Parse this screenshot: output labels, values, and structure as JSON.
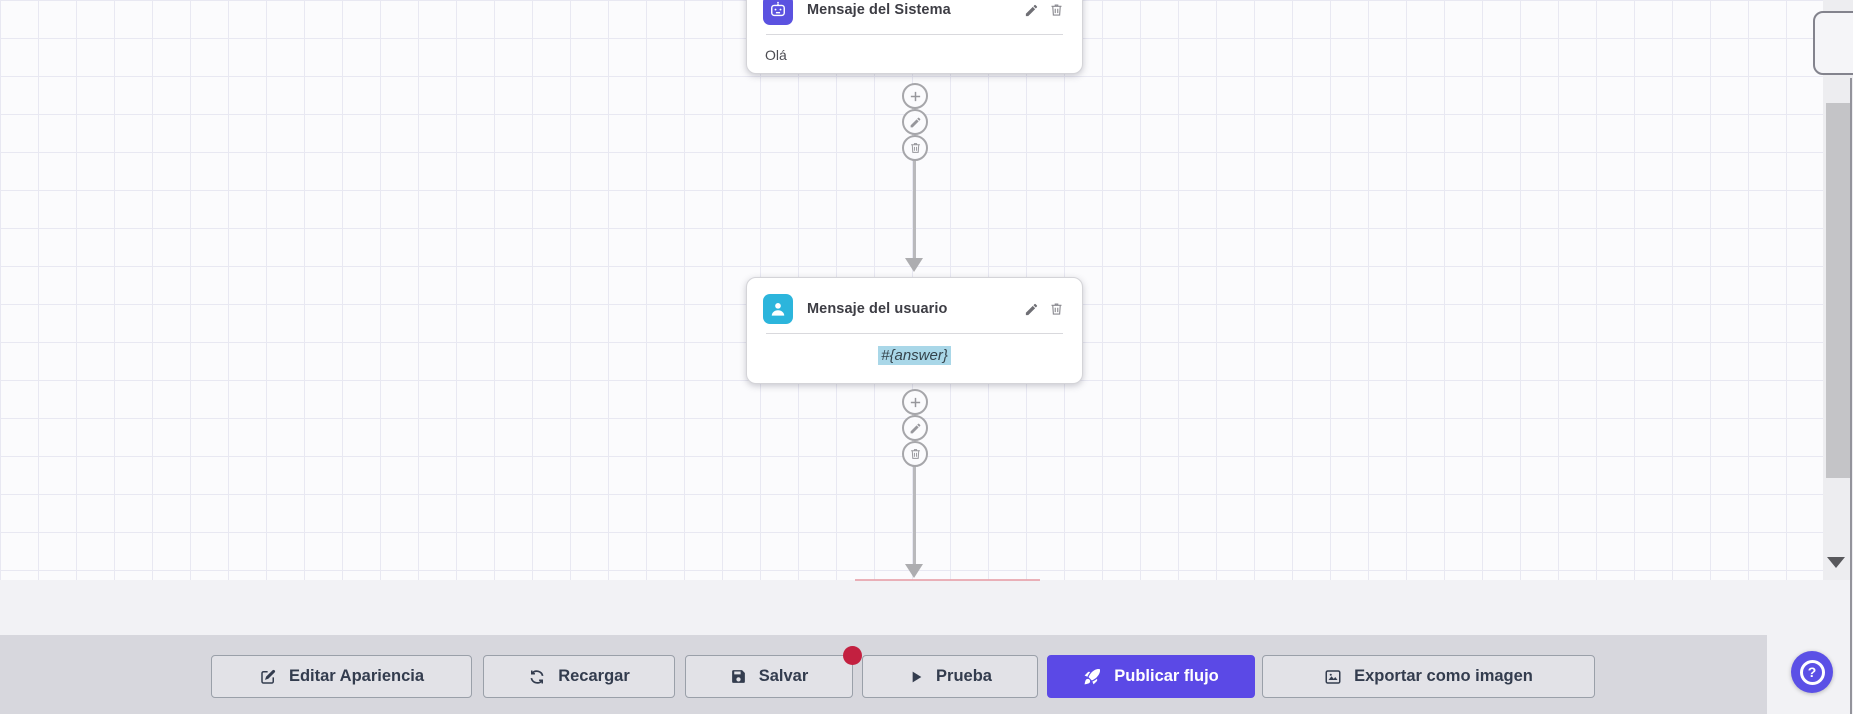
{
  "colors": {
    "node_system_icon_bg": "#5b52e0",
    "node_user_icon_bg": "#2cb5dc",
    "primary_button_bg": "#5b49e6",
    "help_button_bg": "#5b50e6",
    "notification_dot": "#c32040",
    "answer_highlight": "#a9d7e8",
    "toolbar_bg": "#d7d7dd",
    "connector_gray": "#adadb0",
    "guide_line_pink": "#e7a3ab"
  },
  "canvas": {
    "nodes": [
      {
        "title": "Mensaje del Sistema",
        "body": "Olá",
        "icon": "robot-icon"
      },
      {
        "title": "Mensaje del usuario",
        "body": "#{answer}",
        "icon": "user-icon",
        "body_highlighted": true
      }
    ]
  },
  "toolbar": {
    "buttons": [
      {
        "label": "Editar Apariencia",
        "icon": "edit-icon"
      },
      {
        "label": "Recargar",
        "icon": "refresh-icon"
      },
      {
        "label": "Salvar",
        "icon": "save-icon",
        "has_notification": true
      },
      {
        "label": "Prueba",
        "icon": "play-icon"
      },
      {
        "label": "Publicar flujo",
        "icon": "rocket-icon",
        "primary": true
      },
      {
        "label": "Exportar como imagen",
        "icon": "image-icon"
      }
    ]
  },
  "help": {
    "glyph": "?"
  }
}
